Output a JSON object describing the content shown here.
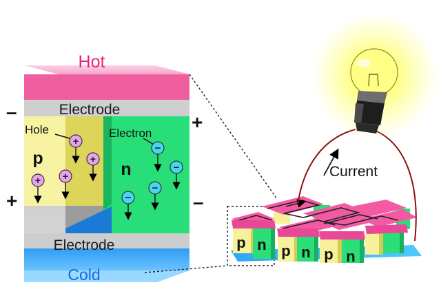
{
  "labels": {
    "hot": "Hot",
    "cold": "Cold",
    "electrode_top": "Electrode",
    "electrode_bottom": "Electrode",
    "hole": "Hole",
    "electron": "Electron",
    "p": "p",
    "n": "n",
    "current": "Current",
    "minus_left": "–",
    "plus_left": "+",
    "plus_right": "+",
    "minus_right": "–",
    "plus_sign": "+",
    "minus_sign": "−"
  },
  "module_legs": [
    "p",
    "n",
    "p",
    "n",
    "p",
    "n"
  ],
  "colors": {
    "hot": "#f0569c",
    "hot_light": "#f9b8d6",
    "electrode": "#c8c8c8",
    "p_type": "#f7f199",
    "n_type": "#26de76",
    "cold": "#2a8ff0",
    "hole_charge": "#e7a3ee",
    "electron_charge": "#46d6ee",
    "hot_text": "#ee1e78",
    "cold_text": "#1469e0",
    "wire": "#8a1010",
    "bulb_glow": "#ffff6a"
  },
  "icons": {
    "bulb": "light-bulb-icon",
    "arrow": "arrow-icon"
  }
}
